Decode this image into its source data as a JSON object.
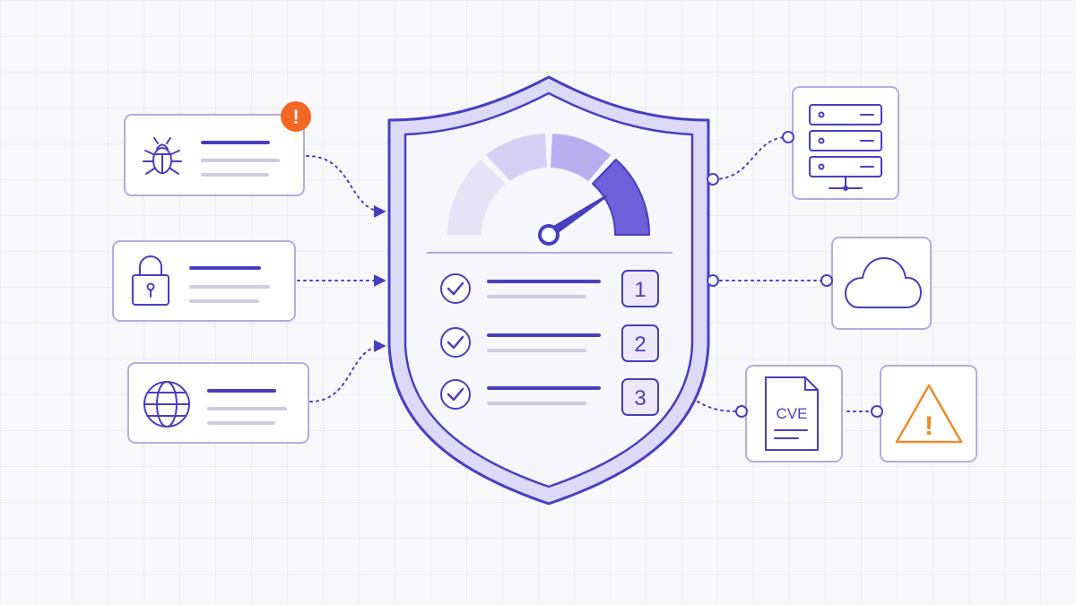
{
  "colors": {
    "primary": "#4a3ec0",
    "primary_light": "#ddd9f8",
    "gauge_1": "#e6e3f7",
    "gauge_2": "#d6d1f4",
    "gauge_3": "#b9aff0",
    "gauge_4": "#6f5fd8",
    "card_border": "#b4acde",
    "muted_line": "#cfcbe2",
    "alert": "#f26722",
    "warning": "#ec8a2a"
  },
  "gauge": {
    "level": 0.8
  },
  "checklist": [
    {
      "number": "1",
      "checked": true
    },
    {
      "number": "2",
      "checked": true
    },
    {
      "number": "3",
      "checked": true
    }
  ],
  "left_cards": [
    {
      "icon": "bug-icon",
      "alert_badge": "!"
    },
    {
      "icon": "lock-icon"
    },
    {
      "icon": "globe-icon"
    }
  ],
  "right_cards": [
    {
      "icon": "server-icon"
    },
    {
      "icon": "cloud-icon"
    },
    {
      "icon": "cve-document-icon",
      "label": "CVE"
    },
    {
      "icon": "warning-icon",
      "symbol": "!"
    }
  ]
}
